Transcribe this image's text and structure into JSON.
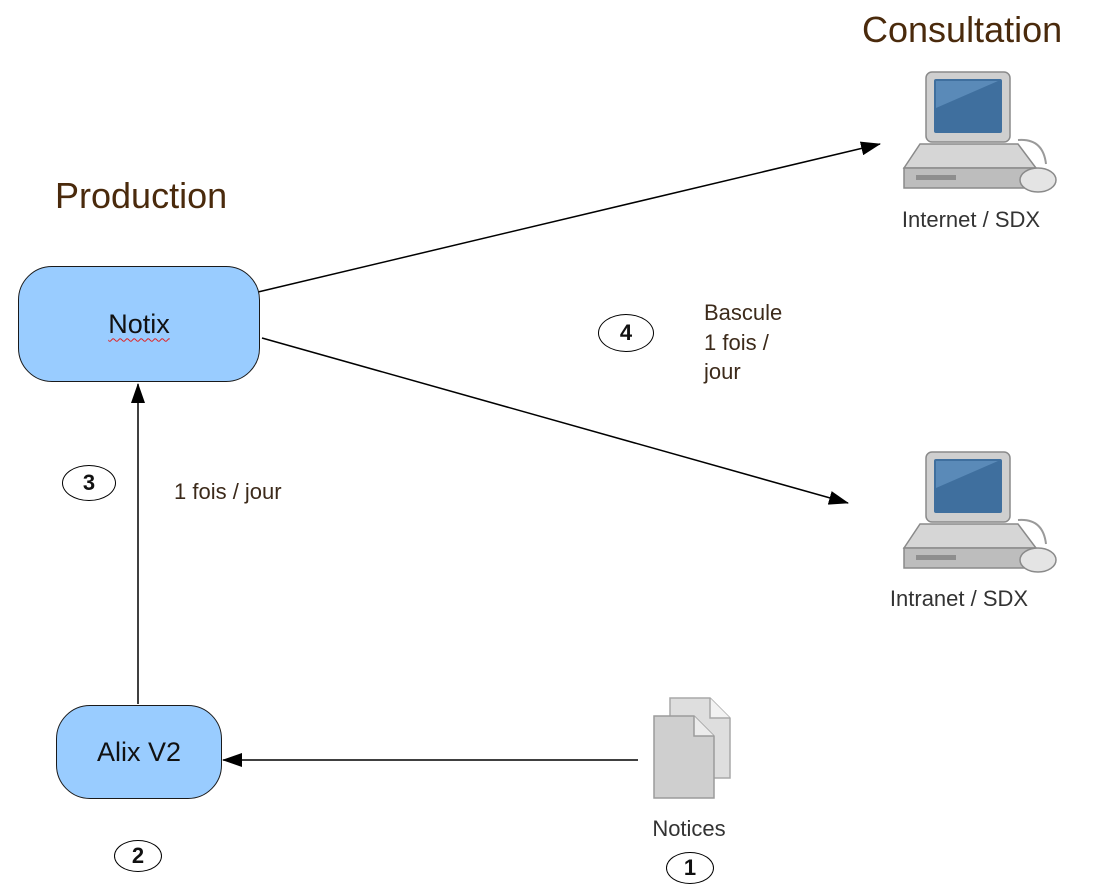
{
  "headings": {
    "production": "Production",
    "consultation": "Consultation"
  },
  "boxes": {
    "notix": "Notix",
    "alix": "Alix V2"
  },
  "computers": {
    "internet": "Internet / SDX",
    "intranet": "Intranet / SDX"
  },
  "documents": {
    "label": "Notices"
  },
  "steps": [
    "1",
    "2",
    "3",
    "4"
  ],
  "notes": {
    "daily": "1 fois / jour",
    "bascule": [
      "Bascule",
      "1 fois /",
      "jour"
    ]
  },
  "colors": {
    "box_fill": "#99ccff",
    "heading": "#4a2a0c",
    "spellcheck_underline": "#e02020"
  },
  "icons": [
    "desktop-computer-icon",
    "documents-icon"
  ]
}
